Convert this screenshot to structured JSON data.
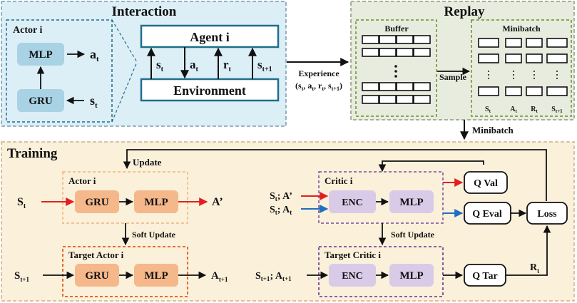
{
  "sections": {
    "interaction": "Interaction",
    "replay": "Replay",
    "training": "Training"
  },
  "interaction": {
    "actor_title": "Actor i",
    "mlp": "MLP",
    "gru": "GRU",
    "a_t": "a",
    "s_t": "s",
    "agent": "Agent i",
    "environment": "Environment",
    "arrows": {
      "s": "s",
      "a": "a",
      "r": "r",
      "s_next": "s"
    },
    "experience_label": "Experience",
    "experience_tuple": "(s, a, r, s)"
  },
  "replay": {
    "buffer": "Buffer",
    "minibatch": "Minibatch",
    "sample": "Sample",
    "columns": [
      "S",
      "A",
      "R",
      "S"
    ],
    "minibatch_link": "Minibatch"
  },
  "training": {
    "update": "Update",
    "actor_title": "Actor i",
    "target_actor_title": "Target Actor i",
    "critic_title": "Critic i",
    "target_critic_title": "Target Critic i",
    "gru": "GRU",
    "mlp": "MLP",
    "enc": "ENC",
    "soft_update": "Soft Update",
    "inputs": {
      "actor_in": "S",
      "actor_out": "A’",
      "target_actor_in": "S",
      "target_actor_out": "A",
      "critic_in1": "S; A’",
      "critic_in2": "S; A",
      "target_critic_in": "S; A"
    },
    "q_val": "Q Val",
    "q_eval": "Q Eval",
    "q_tar": "Q Tar",
    "loss": "Loss",
    "r_t": "R"
  },
  "colors": {
    "interaction_bg": "#dceef6",
    "interaction_border": "#7a9bb0",
    "teal": "#1f6e8c",
    "light_blue_box": "#a9d3e4",
    "replay_bg": "#e7ecdf",
    "green_dash": "#6b8e23",
    "training_bg": "#fbf0da",
    "orange_node": "#f5b88a",
    "purple_node": "#d9cbe8",
    "orange_dash": "#e0591a",
    "purple_dash": "#7a4b9c",
    "red_arrow": "#e02020",
    "blue_arrow": "#1f6fc0"
  }
}
